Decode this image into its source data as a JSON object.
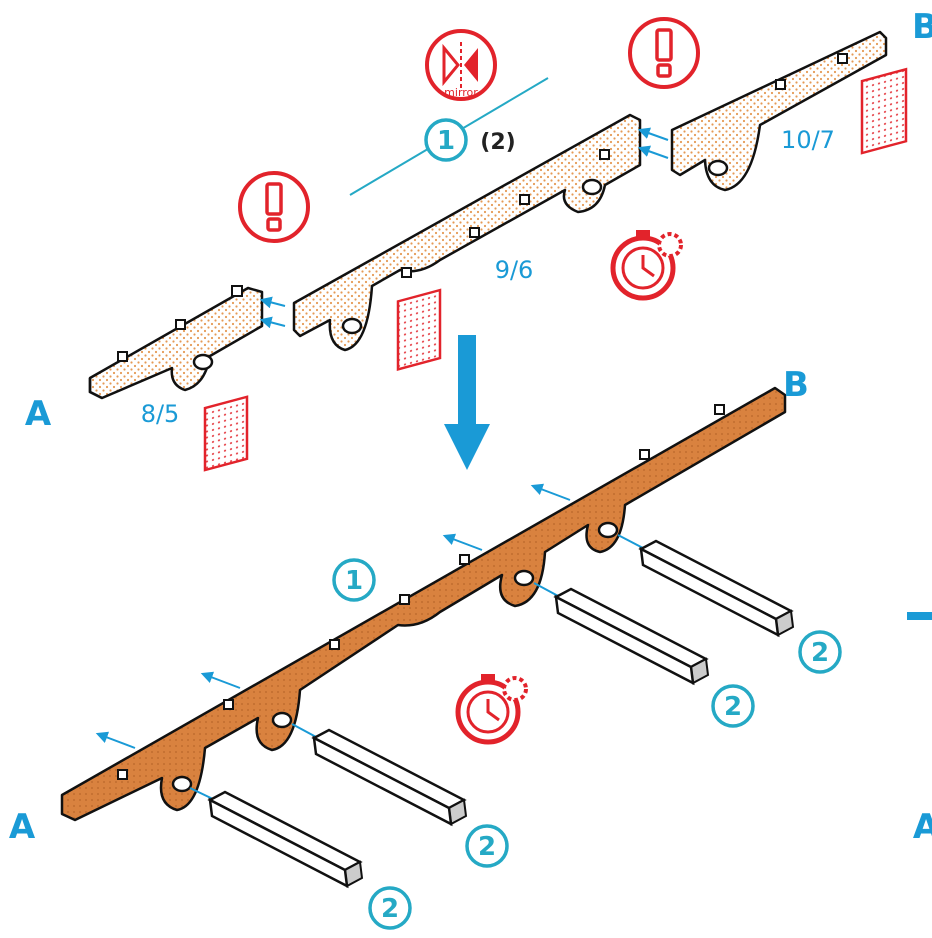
{
  "labels": {
    "end_a": "A",
    "end_b": "B",
    "step_one": "1",
    "step_two": "2",
    "quantity": "(2)",
    "mirror": "mirror"
  },
  "sizes": {
    "left": "8/5",
    "mid": "9/6",
    "right": "10/7"
  },
  "colors": {
    "blue": "#1a9ad6",
    "teal": "#25a9c5",
    "red": "#e2232b",
    "orange": "#d9823f",
    "dots": "#e59a55"
  },
  "icons": [
    "warning-icon",
    "mirror-icon",
    "timer-gear-icon",
    "panel-icon",
    "down-arrow-icon"
  ]
}
